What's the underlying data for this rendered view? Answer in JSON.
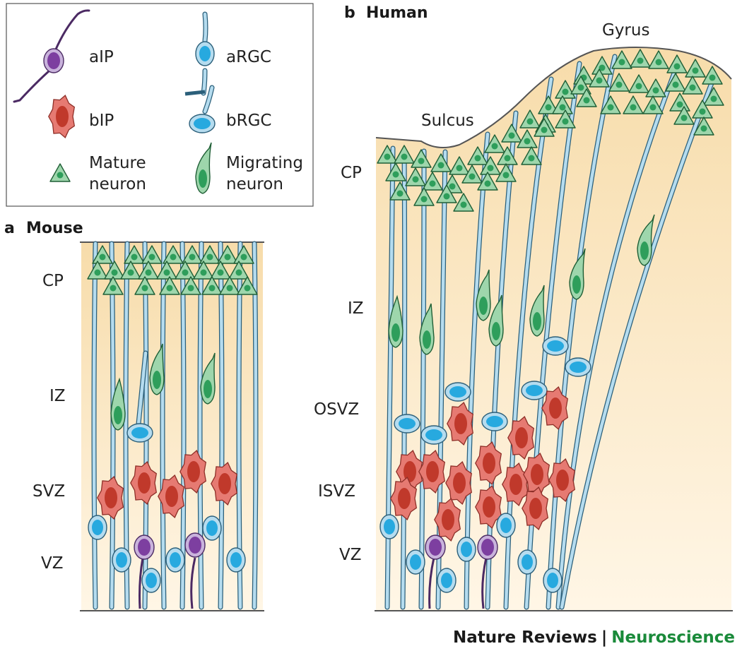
{
  "legend": {
    "aip": "aIP",
    "argc": "aRGC",
    "bip": "bIP",
    "brgc": "bRGC",
    "mature_line1": "Mature",
    "mature_line2": "neuron",
    "migrating_line1": "Migrating",
    "migrating_line2": "neuron"
  },
  "panel_a": {
    "letter": "a",
    "title": "Mouse",
    "zones": [
      "CP",
      "IZ",
      "SVZ",
      "VZ"
    ]
  },
  "panel_b": {
    "letter": "b",
    "title": "Human",
    "gyrus": "Gyrus",
    "sulcus": "Sulcus",
    "zones": [
      "CP",
      "IZ",
      "OSVZ",
      "ISVZ",
      "VZ"
    ]
  },
  "credit": {
    "journal": "Nature Reviews",
    "separator": "|",
    "section": "Neuroscience"
  },
  "colors": {
    "background_top": "#f7dcaa",
    "background_bottom": "#fff6e6",
    "radial_glia": "#b5dcef",
    "radial_glia_stroke": "#2b5f7a",
    "rgc_nucleus": "#27a9df",
    "bip_body": "#e67a72",
    "bip_nucleus": "#c0392b",
    "aip_body": "#c9b3dc",
    "aip_nucleus": "#7d3fa0",
    "neuron_body": "#9ed6ac",
    "neuron_nucleus": "#2e9e5b",
    "brand_green": "#1a8a3a"
  }
}
